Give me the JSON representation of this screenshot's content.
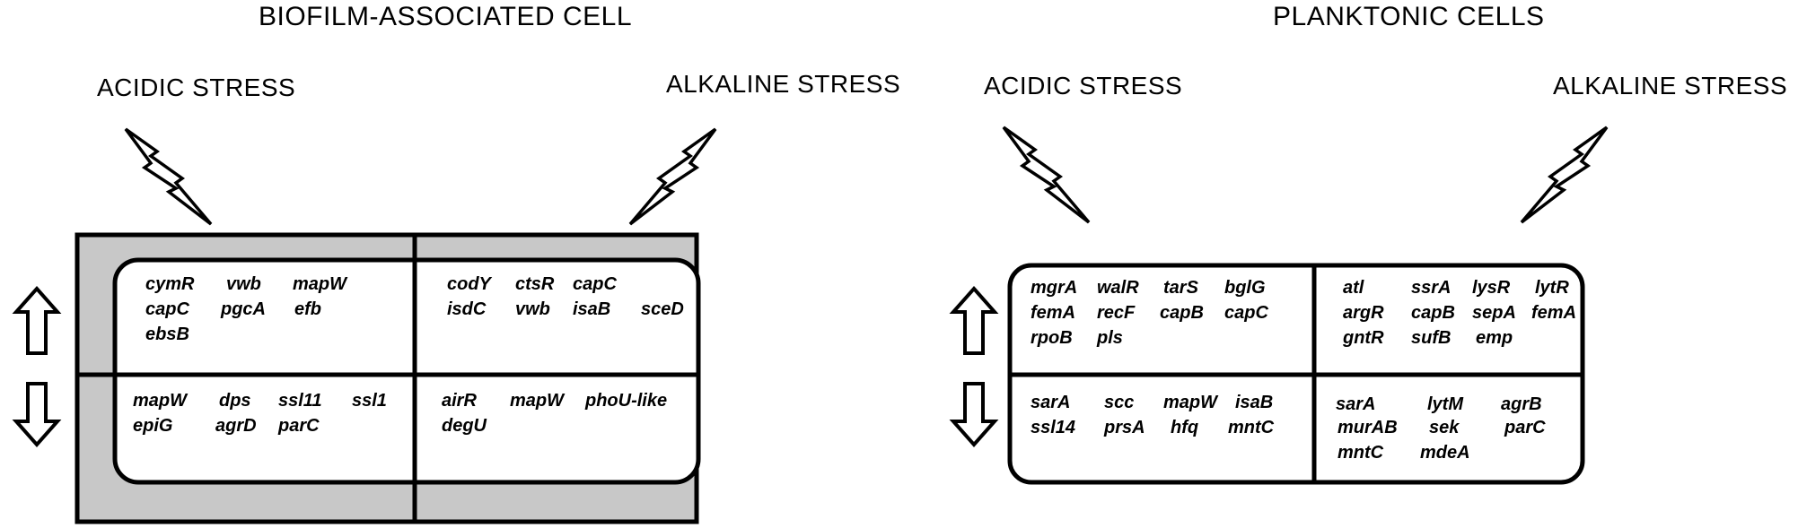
{
  "panels": [
    {
      "title": "BIOFILM-ASSOCIATED CELL",
      "acidic_label": "ACIDIC STRESS",
      "alkaline_label": "ALKALINE STRESS",
      "cells": {
        "acidic_up": [
          [
            "cymR",
            "vwb",
            "mapW"
          ],
          [
            "capC",
            "pgcA",
            "efb"
          ],
          [
            "ebsB"
          ]
        ],
        "alkaline_up": [
          [
            "codY",
            "ctsR",
            "capC"
          ],
          [
            "isdC",
            "vwb",
            "isaB",
            "sceD"
          ]
        ],
        "acidic_down": [
          [
            "mapW",
            "dps",
            "ssl11",
            "ssl1"
          ],
          [
            "epiG",
            "agrD",
            "parC"
          ]
        ],
        "alkaline_down": [
          [
            "airR",
            "mapW",
            "phoU-like"
          ],
          [
            "degU"
          ]
        ]
      }
    },
    {
      "title": "PLANKTONIC CELLS",
      "acidic_label": "ACIDIC STRESS",
      "alkaline_label": "ALKALINE STRESS",
      "cells": {
        "acidic_up": [
          [
            "mgrA",
            "walR",
            "tarS",
            "bglG"
          ],
          [
            "femA",
            "recF",
            "capB",
            "capC"
          ],
          [
            "rpoB",
            "pls"
          ]
        ],
        "alkaline_up": [
          [
            "atl",
            "ssrA",
            "lysR",
            "lytR"
          ],
          [
            "argR",
            "capB",
            "sepA",
            "femA"
          ],
          [
            "gntR",
            "sufB",
            "emp"
          ]
        ],
        "acidic_down": [
          [
            "sarA",
            "scc",
            "mapW",
            "isaB"
          ],
          [
            "ssl14",
            "prsA",
            "hfq",
            "mntC"
          ]
        ],
        "alkaline_down": [
          [
            "sarA",
            "lytM",
            "agrB"
          ],
          [
            "murAB",
            "sek",
            "parC"
          ],
          [
            "mntC",
            "mdeA"
          ]
        ]
      }
    }
  ],
  "colors": {
    "line": "#000000",
    "biofilm_fill": "#c8c8c8",
    "background": "#ffffff"
  },
  "icons": [
    "lightning-bolt-icon",
    "up-arrow-icon",
    "down-arrow-icon"
  ]
}
